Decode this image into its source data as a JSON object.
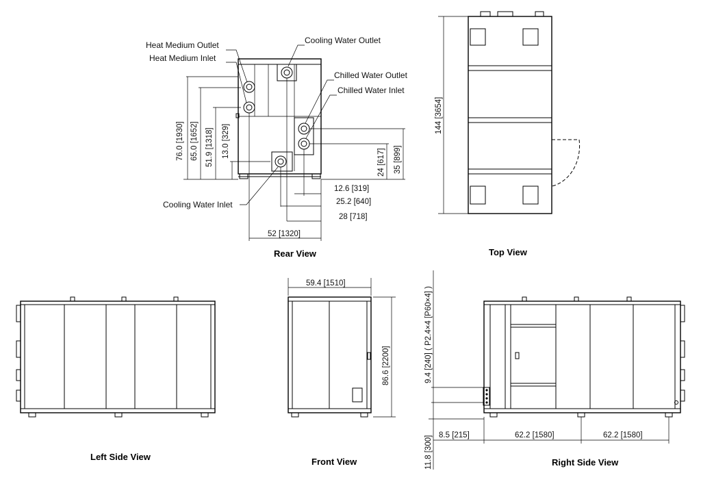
{
  "views": {
    "rear": "Rear View",
    "top": "Top View",
    "left": "Left Side View",
    "front": "Front View",
    "right": "Right Side View"
  },
  "callouts": {
    "heat_medium_outlet": "Heat Medium Outlet",
    "heat_medium_inlet": "Heat Medium Inlet",
    "cooling_water_outlet": "Cooling Water Outlet",
    "chilled_water_outlet": "Chilled Water Outlet",
    "chilled_water_inlet": "Chilled Water Inlet",
    "cooling_water_inlet": "Cooling Water Inlet"
  },
  "dimensions": {
    "rear_h1": "76.0",
    "rear_h1_mm": "1930",
    "rear_h2": "65.0",
    "rear_h2_mm": "1652",
    "rear_h3": "51.9",
    "rear_h3_mm": "1318",
    "rear_h4": "13.0",
    "rear_h4_mm": "329",
    "rear_r1": "24",
    "rear_r1_mm": "617",
    "rear_r2": "35",
    "rear_r2_mm": "899",
    "rear_w1": "12.6",
    "rear_w1_mm": "319",
    "rear_w2": "25.2",
    "rear_w2_mm": "640",
    "rear_w3": "28",
    "rear_w3_mm": "718",
    "rear_w4": "52",
    "rear_w4_mm": "1320",
    "top_len": "144",
    "top_len_mm": "3654",
    "front_w": "59.4",
    "front_w_mm": "1510",
    "front_h": "86.6",
    "front_h_mm": "2200",
    "right_p1": "9.4",
    "right_p1_mm": "240",
    "right_p1_note": "( P2.4×4 [P60×4] )",
    "right_p2": "11.8",
    "right_p2_mm": "300",
    "right_w1": "8.5",
    "right_w1_mm": "215",
    "right_w2": "62.2",
    "right_w2_mm": "1580",
    "right_w3": "62.2",
    "right_w3_mm": "1580"
  }
}
